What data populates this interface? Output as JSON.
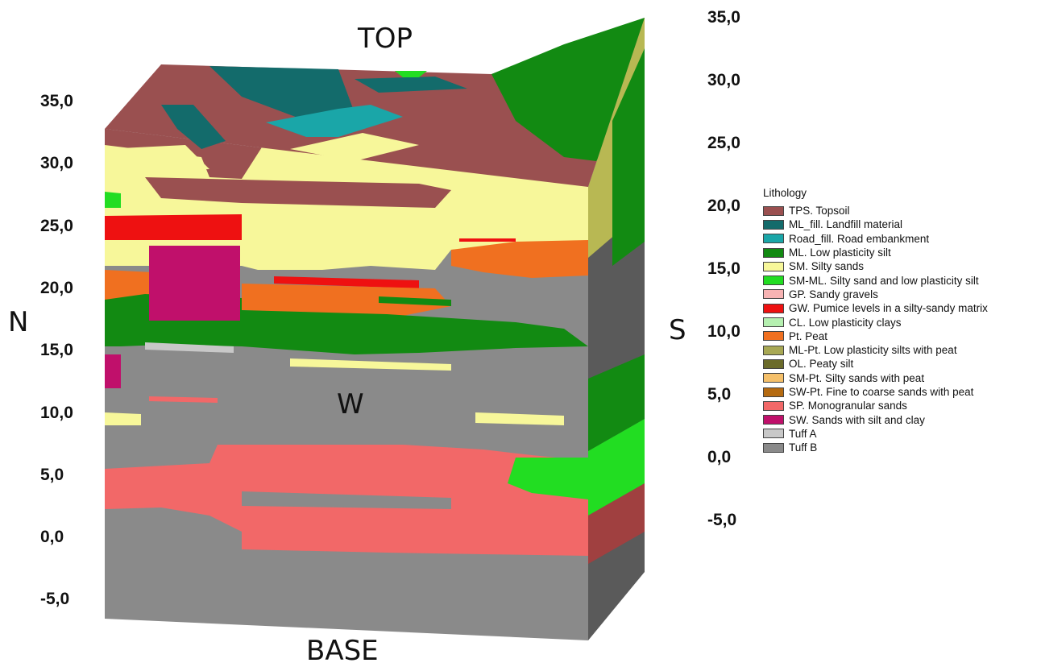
{
  "labels": {
    "top": "TOP",
    "base": "BASE",
    "north": "N",
    "south": "S",
    "west": "W"
  },
  "left_axis_ticks": [
    "35,0",
    "30,0",
    "25,0",
    "20,0",
    "15,0",
    "10,0",
    "5,0",
    "0,0",
    "-5,0"
  ],
  "right_axis_ticks": [
    "35,0",
    "30,0",
    "25,0",
    "20,0",
    "15,0",
    "10,0",
    "5,0",
    "0,0",
    "-5,0"
  ],
  "legend": {
    "title": "Lithology",
    "items": [
      {
        "label": "TPS. Topsoil",
        "color": "#9a5050"
      },
      {
        "label": "ML_fill. Landfill material",
        "color": "#136b6b"
      },
      {
        "label": "Road_fill. Road embankment",
        "color": "#1aa6a8"
      },
      {
        "label": "ML. Low plasticity silt",
        "color": "#128a12"
      },
      {
        "label": "SM. Silty sands",
        "color": "#f7f79a"
      },
      {
        "label": "SM-ML. Silty sand and low plasticity silt",
        "color": "#22dd22"
      },
      {
        "label": "GP. Sandy gravels",
        "color": "#f7b3b3"
      },
      {
        "label": "GW. Pumice levels in a silty-sandy matrix",
        "color": "#ee1111"
      },
      {
        "label": "CL. Low plasticity clays",
        "color": "#b5f0b0"
      },
      {
        "label": "Pt. Peat",
        "color": "#f07020"
      },
      {
        "label": "ML-Pt. Low plasticity silts with peat",
        "color": "#a8a854"
      },
      {
        "label": "OL. Peaty silt",
        "color": "#6b6b2a"
      },
      {
        "label": "SM-Pt. Silty sands with peat",
        "color": "#f5c06a"
      },
      {
        "label": "SW-Pt. Fine to coarse sands with peat",
        "color": "#b56a10"
      },
      {
        "label": "SP. Monogranular sands",
        "color": "#f26868"
      },
      {
        "label": "SW. Sands with silt and clay",
        "color": "#c0106b"
      },
      {
        "label": "Tuff A",
        "color": "#c8c8c8"
      },
      {
        "label": "Tuff B",
        "color": "#8a8a8a"
      }
    ]
  }
}
